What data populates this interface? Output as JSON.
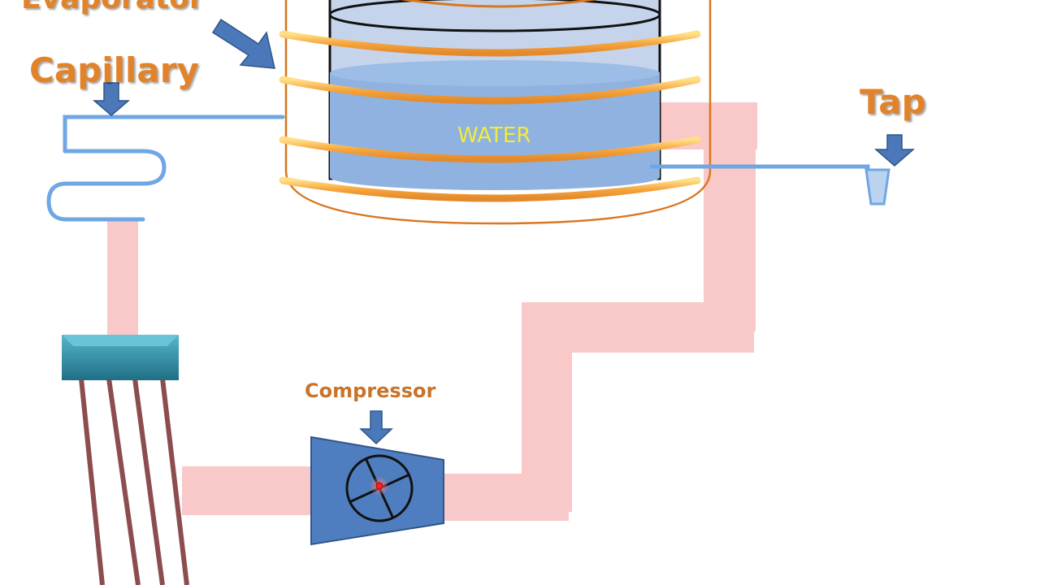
{
  "labels": {
    "evaporator": "Evaporator",
    "capillary": "Capillary",
    "tap": "Tap",
    "compressor": "Compressor",
    "water": "WATER"
  },
  "colors": {
    "label_orange": "#e2832a",
    "pipe_pink": "#f9c4c4",
    "tank_fill": "#c5d4ea",
    "water_fill": "#8fb2e0",
    "coil_orange": "#f5a13a",
    "arrow_blue": "#4a78b8",
    "compressor_blue": "#4f7ec0",
    "condenser_teal": "#2f8fa6",
    "capillary_blue": "#6fa6e4"
  }
}
